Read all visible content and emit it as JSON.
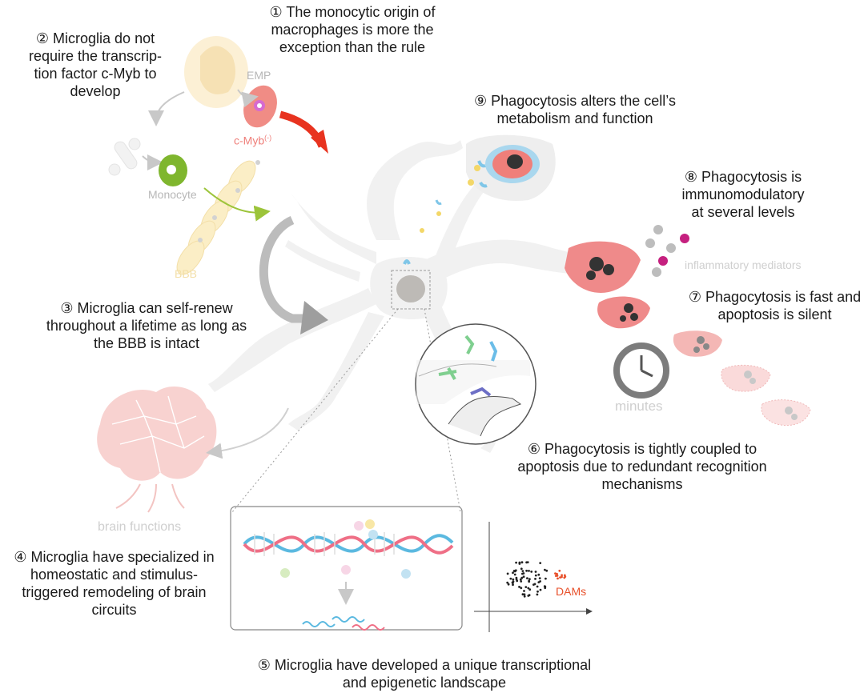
{
  "captions": {
    "c1": [
      "① The monocytic origin of",
      "macrophages is more the",
      "exception than the rule"
    ],
    "c2": [
      "② Microglia do not",
      "require the transcrip-",
      "tion factor c-Myb to",
      "develop"
    ],
    "c3": [
      "③ Microglia can self-renew",
      "throughout a lifetime as long as",
      "the BBB is intact"
    ],
    "c4": [
      "④ Microglia have specialized in",
      "homeostatic and stimulus-",
      "triggered remodeling of brain",
      "circuits"
    ],
    "c5": [
      "⑤ Microglia have developed a unique transcriptional",
      "and epigenetic landscape"
    ],
    "c6": [
      "⑥ Phagocytosis is tightly coupled to",
      "apoptosis due to redundant recognition",
      "mechanisms"
    ],
    "c7": [
      "⑦ Phagocytosis is fast and",
      "apoptosis is silent"
    ],
    "c8": [
      "⑧ Phagocytosis is",
      "immunomodulatory",
      "at several levels"
    ],
    "c9": [
      "⑨ Phagocytosis alters the cell’s",
      "metabolism and function"
    ]
  },
  "labels": {
    "emp": "EMP",
    "cmyb": "c-Myb",
    "cmyb_sup": "(-)",
    "monocyte": "Monocyte",
    "bbb": "BBB",
    "brain_functions": "brain functions",
    "inflammatory": "inflammatory mediators",
    "minutes": "minutes",
    "dams": "DAMs"
  },
  "colors": {
    "text": "#1a1a1a",
    "gray_label": "#b7b7b7",
    "microglia": "#f1f1f1",
    "red_arrow": "#e8331f",
    "cell_pink": "#ef8a8a",
    "dna_blue": "#5bb9e0",
    "dna_pink": "#ef6f86",
    "dam_orange": "#e8502a",
    "magenta": "#c5207f"
  }
}
